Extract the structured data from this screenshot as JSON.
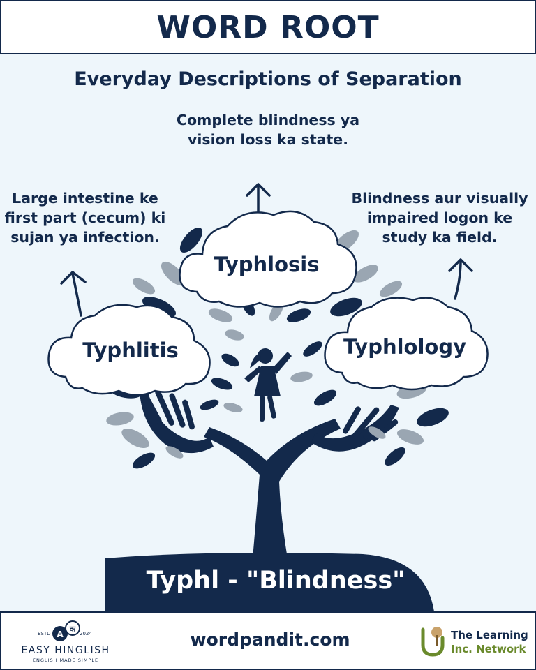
{
  "header": {
    "title": "WORD ROOT"
  },
  "subtitle": "Everyday Descriptions of Separation",
  "words": [
    {
      "word": "Typhlosis",
      "description": "Complete blindness ya vision loss ka state."
    },
    {
      "word": "Typhlitis",
      "description": "Large intestine ke first part (cecum) ki sujan ya infection."
    },
    {
      "word": "Typhlology",
      "description": "Blindness aur visually impaired logon ke study ka field."
    }
  ],
  "root": {
    "label": "Typhl - \"Blindness\""
  },
  "footer": {
    "website": "wordpandit.com",
    "left_logo": {
      "name": "EASY HINGLISH",
      "tagline": "ENGLISH MADE SIMPLE",
      "estd": "ESTD",
      "year": "2024",
      "glyph_a": "A",
      "glyph_ka": "क"
    },
    "right_logo": {
      "line1": "The Learning",
      "line2": "Inc. Network"
    }
  },
  "colors": {
    "navy": "#13294b",
    "background": "#eef6fb",
    "leaf_gray": "#9aa6b2",
    "green": "#6a8a2c"
  }
}
